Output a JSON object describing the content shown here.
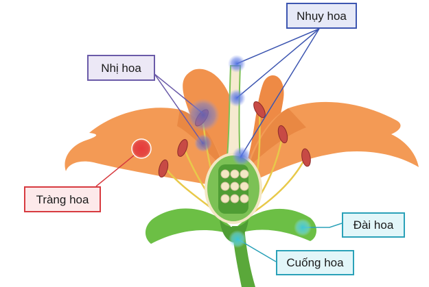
{
  "labels": {
    "pistil": "Nhụy hoa",
    "stamen": "Nhị hoa",
    "petal": "Tràng hoa",
    "sepal": "Đài hoa",
    "pedicel": "Cuống hoa"
  },
  "colors": {
    "petal": "#f39a55",
    "petal_shadow": "#e07a35",
    "leaf": "#6cbf45",
    "stem": "#5aa83a",
    "filament": "#e8c94a",
    "anther": "#c74a45",
    "ovary_seed": "#f3e7c4",
    "pistil_leader": "#3c55b0",
    "stamen_leader": "#6a5aa8",
    "petal_leader": "#d73a3f",
    "sepal_leader": "#2aa1b8"
  }
}
